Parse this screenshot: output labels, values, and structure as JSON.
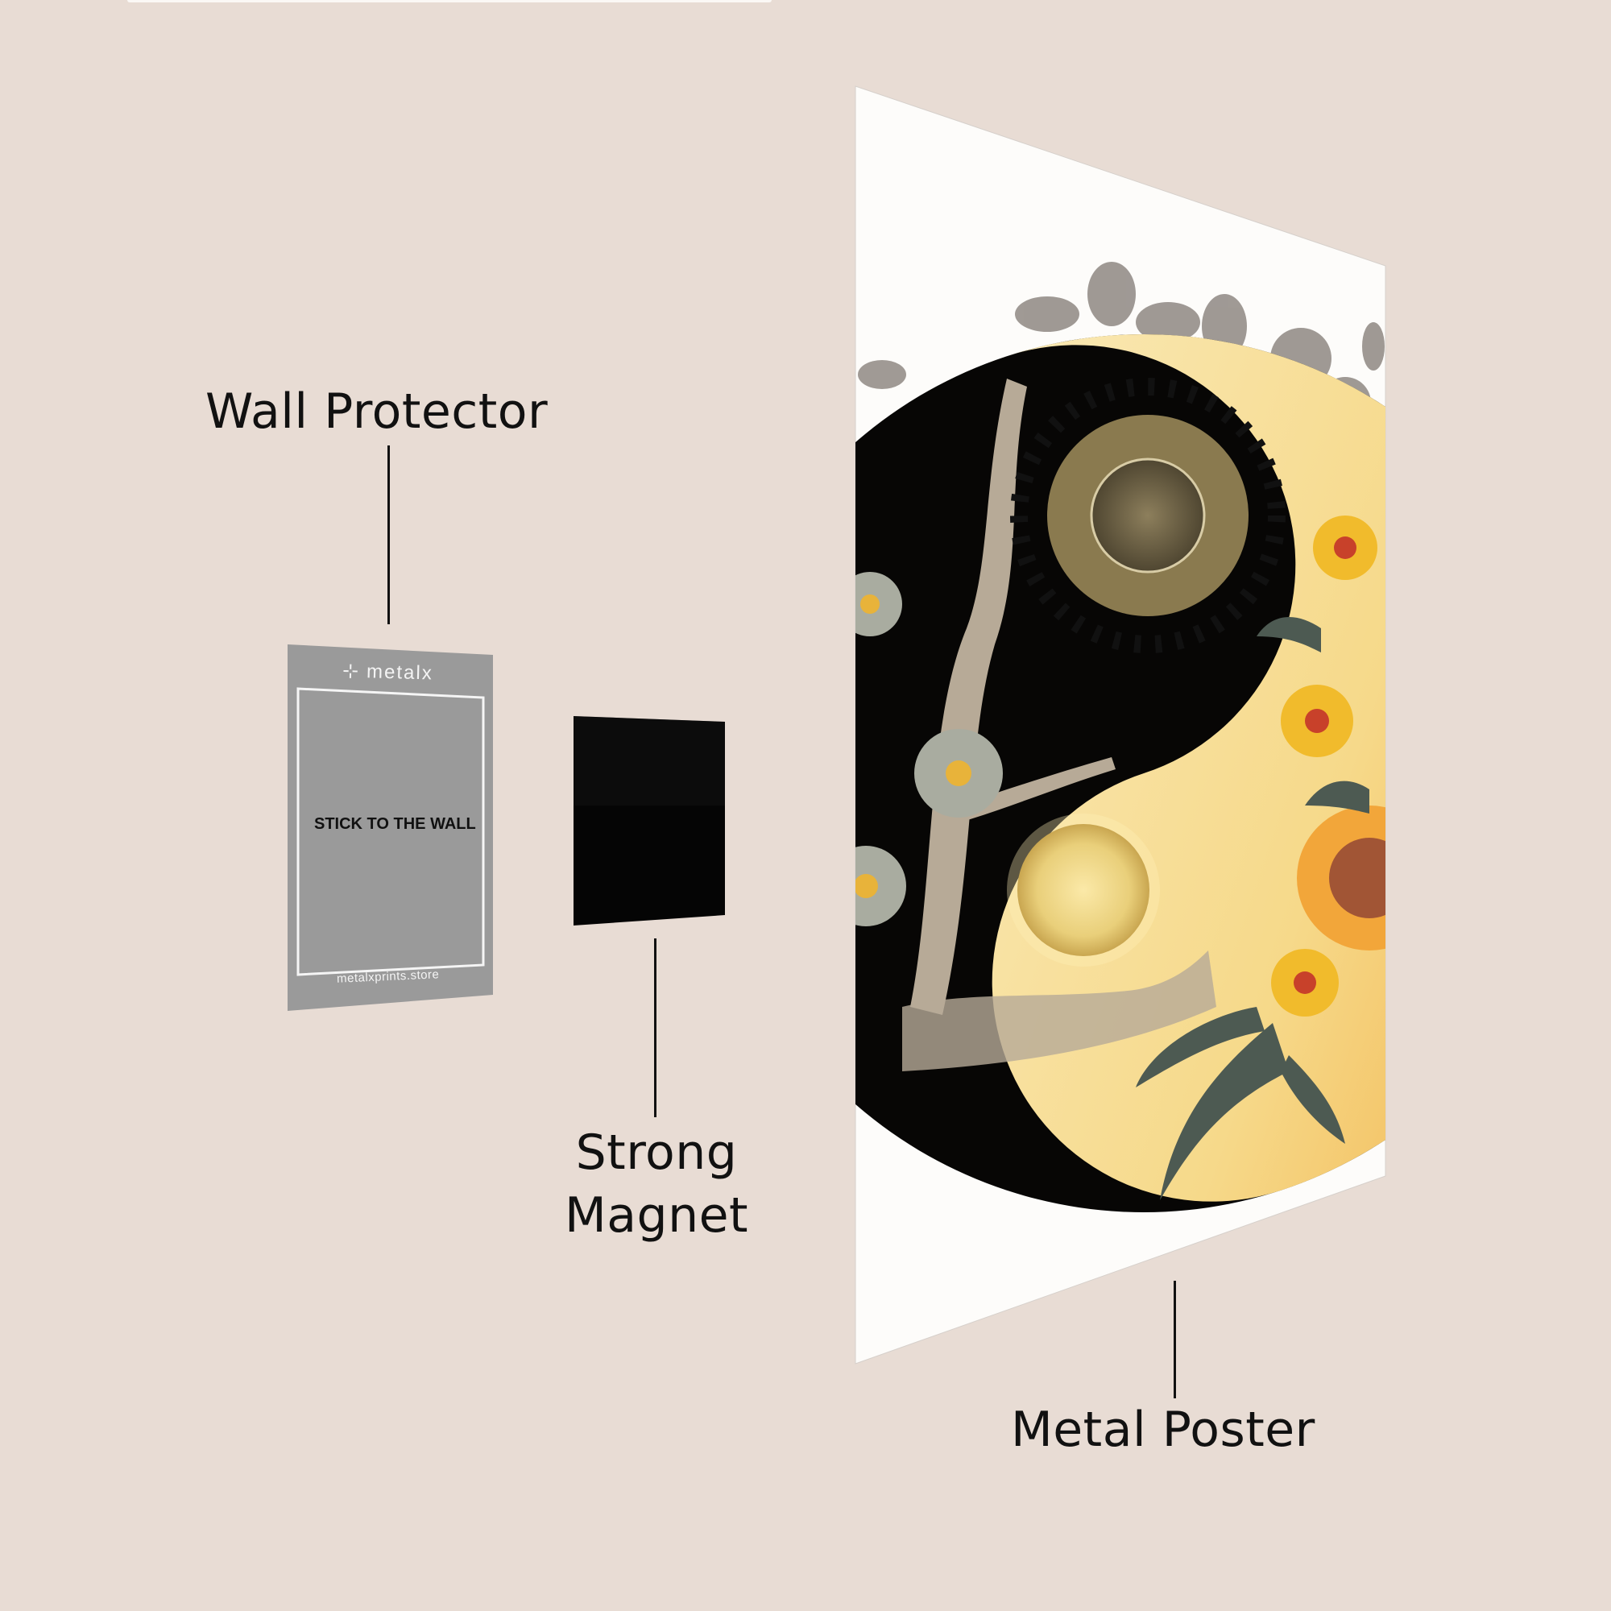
{
  "labels": {
    "wall_protector": "Wall Protector",
    "strong_magnet_line1": "Strong",
    "strong_magnet_line2": "Magnet",
    "metal_poster": "Metal Poster"
  },
  "wall_protector": {
    "brand": "metalx",
    "brand_icon": "metalx-logo-icon",
    "instruction": "STICK TO THE WALL",
    "website": "metalxprints.store",
    "color": "#9a9a9a"
  },
  "magnet": {
    "color": "#050505"
  },
  "poster": {
    "artwork": "yin-yang sun and moon with flowers",
    "background": "#fdfcfa"
  },
  "colors": {
    "background": "#e8dcd4",
    "text": "#111111"
  }
}
